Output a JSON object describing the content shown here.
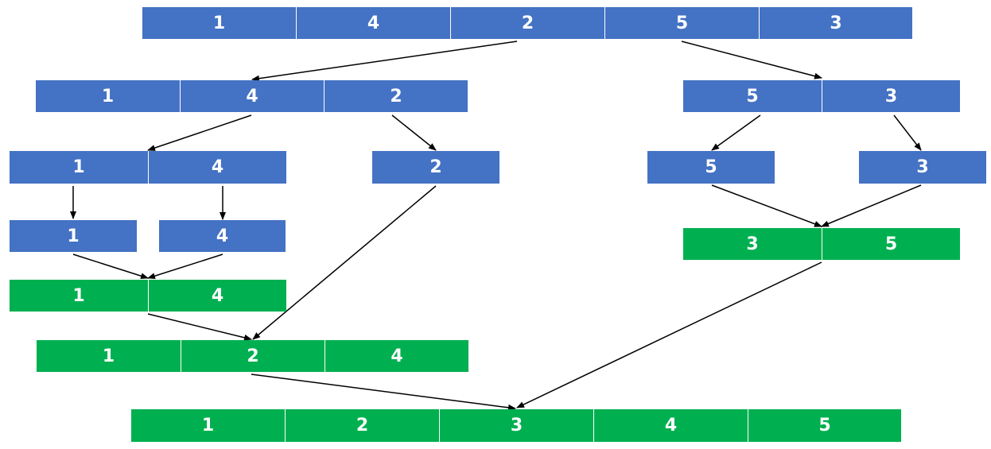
{
  "colors": {
    "split": "#4472c4",
    "merged": "#00b050",
    "arrow": "#000000",
    "text": "#ffffff"
  },
  "rows": [
    {
      "id": "r0",
      "kind": "split",
      "values": [
        "1",
        "4",
        "2",
        "5",
        "3"
      ]
    },
    {
      "id": "r1a",
      "kind": "split",
      "values": [
        "1",
        "4",
        "2"
      ]
    },
    {
      "id": "r1b",
      "kind": "split",
      "values": [
        "5",
        "3"
      ]
    },
    {
      "id": "r2a",
      "kind": "split",
      "values": [
        "1",
        "4"
      ]
    },
    {
      "id": "r2b",
      "kind": "split",
      "values": [
        "2"
      ]
    },
    {
      "id": "r2c",
      "kind": "split",
      "values": [
        "5"
      ]
    },
    {
      "id": "r2d",
      "kind": "split",
      "values": [
        "3"
      ]
    },
    {
      "id": "r3a",
      "kind": "split",
      "values": [
        "1"
      ]
    },
    {
      "id": "r3b",
      "kind": "split",
      "values": [
        "4"
      ]
    },
    {
      "id": "m1",
      "kind": "merged",
      "values": [
        "1",
        "4"
      ]
    },
    {
      "id": "m2",
      "kind": "merged",
      "values": [
        "3",
        "5"
      ]
    },
    {
      "id": "m3",
      "kind": "merged",
      "values": [
        "1",
        "2",
        "4"
      ]
    },
    {
      "id": "m4",
      "kind": "merged",
      "values": [
        "1",
        "2",
        "3",
        "4",
        "5"
      ]
    }
  ]
}
